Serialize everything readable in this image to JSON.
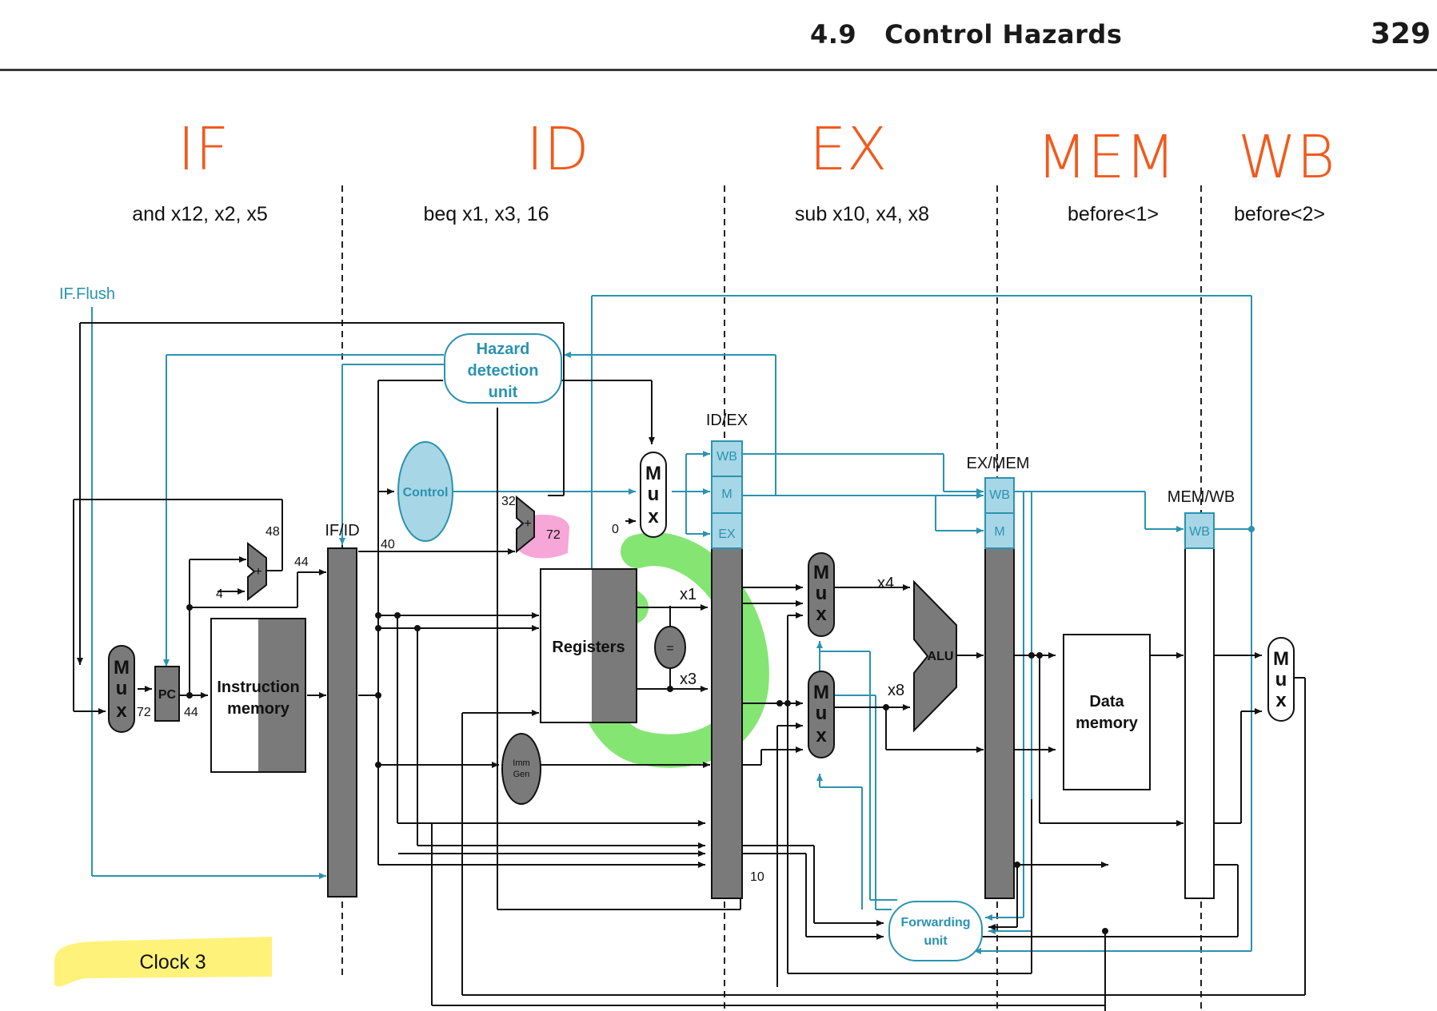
{
  "header": {
    "section": "4.9   Control Hazards",
    "page_number": "329"
  },
  "stages": [
    {
      "name": "IF",
      "instruction": "and x12, x2, x5"
    },
    {
      "name": "ID",
      "instruction": "beq x1, x3, 16"
    },
    {
      "name": "EX",
      "instruction": "sub x10, x4, x8"
    },
    {
      "name": "MEM",
      "instruction": "before<1>"
    },
    {
      "name": "WB",
      "instruction": "before<2>"
    }
  ],
  "signals": {
    "if_flush": "IF.Flush"
  },
  "units": {
    "hazard_detection_line1": "Hazard",
    "hazard_detection_line2": "detection",
    "hazard_detection_line3": "unit",
    "control": "Control",
    "registers": "Registers",
    "instruction_memory_line1": "Instruction",
    "instruction_memory_line2": "memory",
    "data_memory_line1": "Data",
    "data_memory_line2": "memory",
    "alu": "ALU",
    "pc": "PC",
    "imm_gen_line1": "Imm",
    "imm_gen_line2": "Gen",
    "forwarding_line1": "Forwarding",
    "forwarding_line2": "unit",
    "equal": "=",
    "mux_m": "M",
    "mux_u": "u",
    "mux_x": "x",
    "plus": "+"
  },
  "pipeline_registers": {
    "if_id": "IF/ID",
    "id_ex": "ID/EX",
    "ex_mem": "EX/MEM",
    "mem_wb": "MEM/WB",
    "wb": "WB",
    "m": "M",
    "ex": "EX"
  },
  "values": {
    "v48": "48",
    "v4": "4",
    "v44a": "44",
    "v44b": "44",
    "v72a": "72",
    "v72b": "72",
    "v40": "40",
    "v32": "32",
    "v0": "0",
    "x1": "x1",
    "x3": "x3",
    "x4": "x4",
    "x8": "x8",
    "v10": "10"
  },
  "clock": {
    "label": "Clock 3"
  },
  "annotation_colors": {
    "handwriting": "#f05a1e",
    "highlight_yellow": "#fff27a",
    "highlight_green": "#6fe05a",
    "highlight_pink": "#f7a6d8",
    "control_teal": "#2a93b0"
  }
}
